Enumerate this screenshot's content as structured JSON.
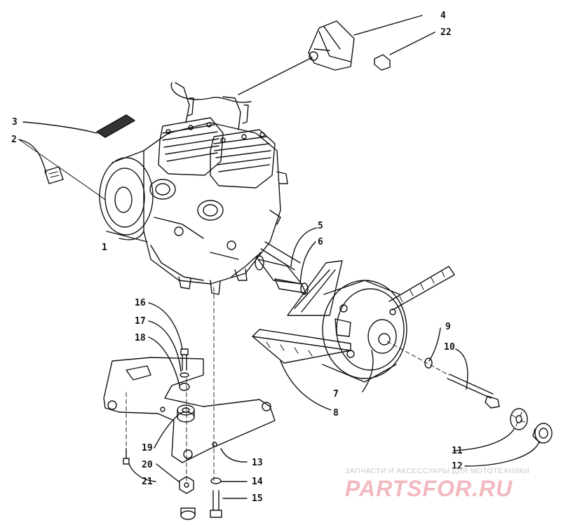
{
  "callouts": {
    "n1": "1",
    "n2": "2",
    "n3": "3",
    "n4": "4",
    "n5": "5",
    "n6": "6",
    "n7": "7",
    "n8": "8",
    "n9": "9",
    "n10": "10",
    "n11": "11",
    "n12": "12",
    "n13": "13",
    "n14": "14",
    "n15": "15",
    "n16": "16",
    "n17": "17",
    "n18": "18",
    "n19": "19",
    "n20": "20",
    "n21": "21",
    "n22": "22"
  },
  "watermark": {
    "tagline": "ЗАПЧАСТИ И АКСЕССУАРЫ ДЛЯ МОТОТЕХНИКИ",
    "brand": "PARTSFOR.RU",
    "brand_color": "#f2b9bf"
  }
}
